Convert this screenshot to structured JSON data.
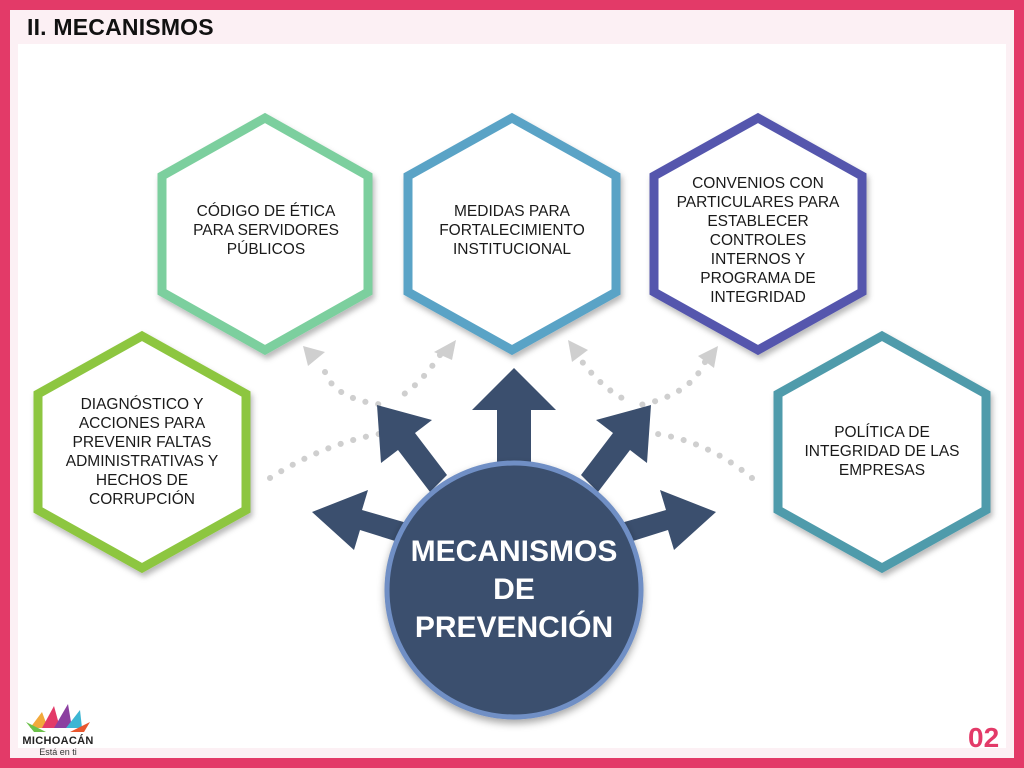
{
  "slide_title": "II. MECANISMOS",
  "center": {
    "line1": "MECANISMOS",
    "line2": "DE",
    "line3": "PREVENCIÓN"
  },
  "mechanisms": [
    {
      "label": "DIAGNÓSTICO Y ACCIONES PARA PREVENIR FALTAS ADMINISTRATIVAS Y HECHOS DE CORRUPCIÓN",
      "color": "#8dc63f"
    },
    {
      "label": "CÓDIGO DE ÉTICA PARA SERVIDORES PÚBLICOS",
      "color": "#7ccf9e"
    },
    {
      "label": "MEDIDAS PARA FORTALECIMIENTO INSTITUCIONAL",
      "color": "#5aa3c6"
    },
    {
      "label": "CONVENIOS CON PARTICULARES PARA ESTABLECER CONTROLES INTERNOS Y PROGRAMA DE INTEGRIDAD",
      "color": "#5557ad"
    },
    {
      "label": "POLÍTICA DE INTEGRIDAD DE LAS EMPRESAS",
      "color": "#4f9bab"
    }
  ],
  "colors": {
    "frame": "#e33a68",
    "arrows": "#3b4f6e",
    "circle_fill": "#3b4f6e",
    "circle_ring": "#6f8fc5",
    "dots": "#cfcfcf"
  },
  "logo": {
    "name": "MICHOACÁN",
    "tagline": "Está en ti"
  },
  "page_number": "02"
}
